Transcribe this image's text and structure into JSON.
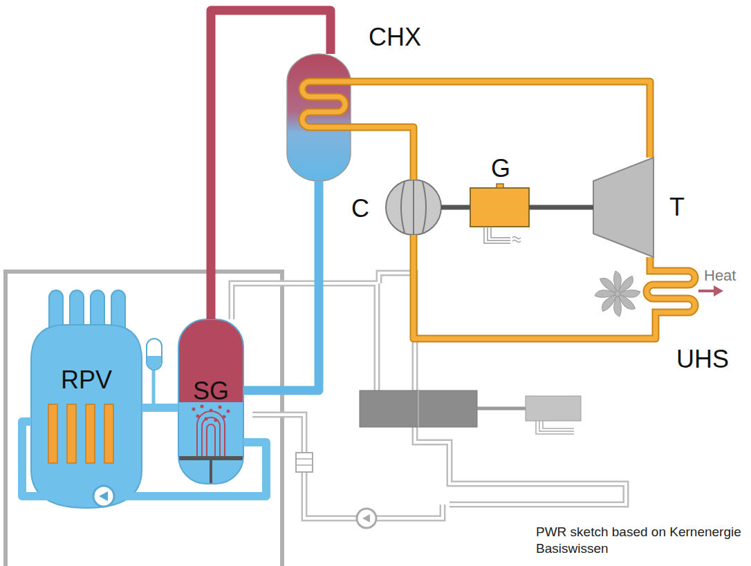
{
  "diagram": {
    "caption": "PWR sketch based on Kernenergie Basiswissen",
    "nodes": [
      {
        "text": [
          "CHX"
        ]
      },
      {
        "text": [
          "C"
        ]
      },
      {
        "text": [
          "G"
        ]
      },
      {
        "text": [
          "T"
        ]
      },
      {
        "text": [
          "UHS"
        ]
      },
      {
        "text": [
          "SG"
        ]
      },
      {
        "text": [
          "RPV"
        ]
      }
    ],
    "edges": [
      {
        "from": 5,
        "to": 0,
        "arrow": "none"
      },
      {
        "from": 0,
        "to": 5,
        "arrow": "none"
      },
      {
        "from": 0,
        "to": 3,
        "arrow": "none"
      },
      {
        "from": 3,
        "to": 4,
        "arrow": "none"
      },
      {
        "from": 4,
        "to": 1,
        "arrow": "none"
      },
      {
        "from": 1,
        "to": 0,
        "arrow": "none"
      },
      {
        "from": 1,
        "to": 2,
        "arrow": "none"
      },
      {
        "from": 2,
        "to": 3,
        "arrow": "none"
      },
      {
        "from": 6,
        "to": 5,
        "arrow": "none"
      },
      {
        "from": 5,
        "to": 6,
        "arrow": "none"
      }
    ],
    "labels": [
      "Heat"
    ]
  }
}
